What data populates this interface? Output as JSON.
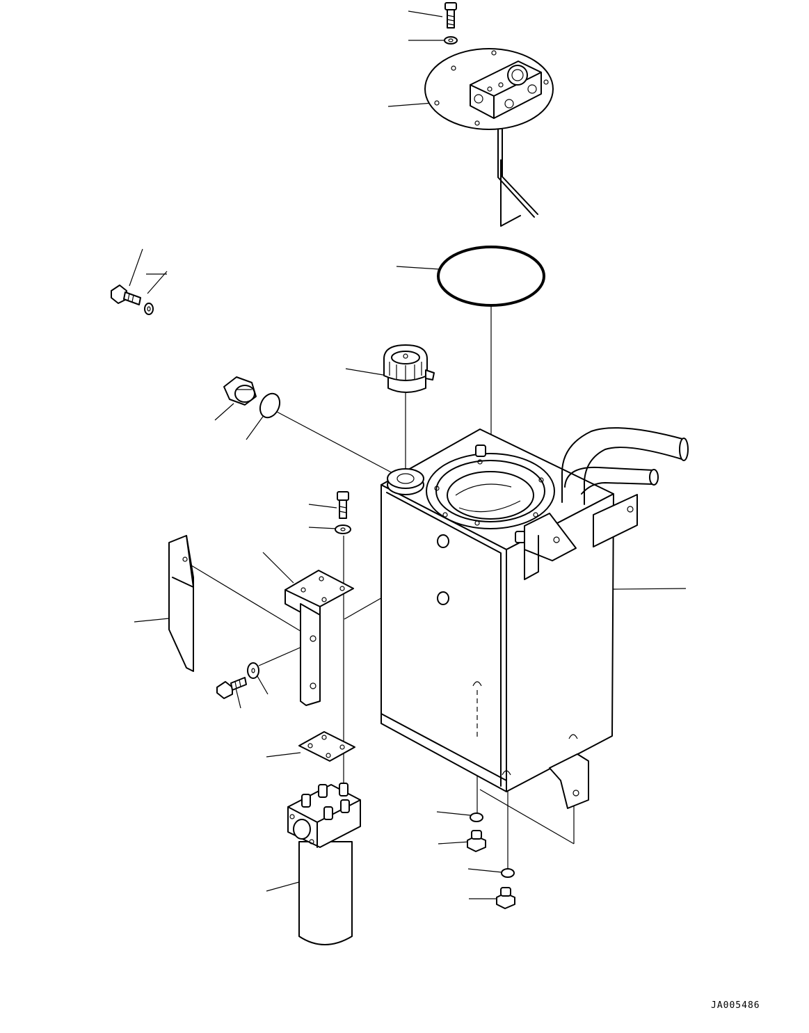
{
  "drawing": {
    "code": "JA005486",
    "parts": [
      "bolt-top",
      "washer-top",
      "cover-plate-with-valve-block",
      "o-ring",
      "filler-cap",
      "sight-gauge-plug",
      "sight-gauge-seal",
      "hydraulic-tank",
      "bolt-left",
      "washer-left",
      "guard-plate",
      "bracket",
      "bolt-center",
      "washer-center",
      "bolt-lower",
      "washer-lower",
      "filter-gasket",
      "line-filter",
      "drain-seal-1",
      "drain-plug-1",
      "drain-seal-2",
      "drain-plug-2"
    ]
  }
}
